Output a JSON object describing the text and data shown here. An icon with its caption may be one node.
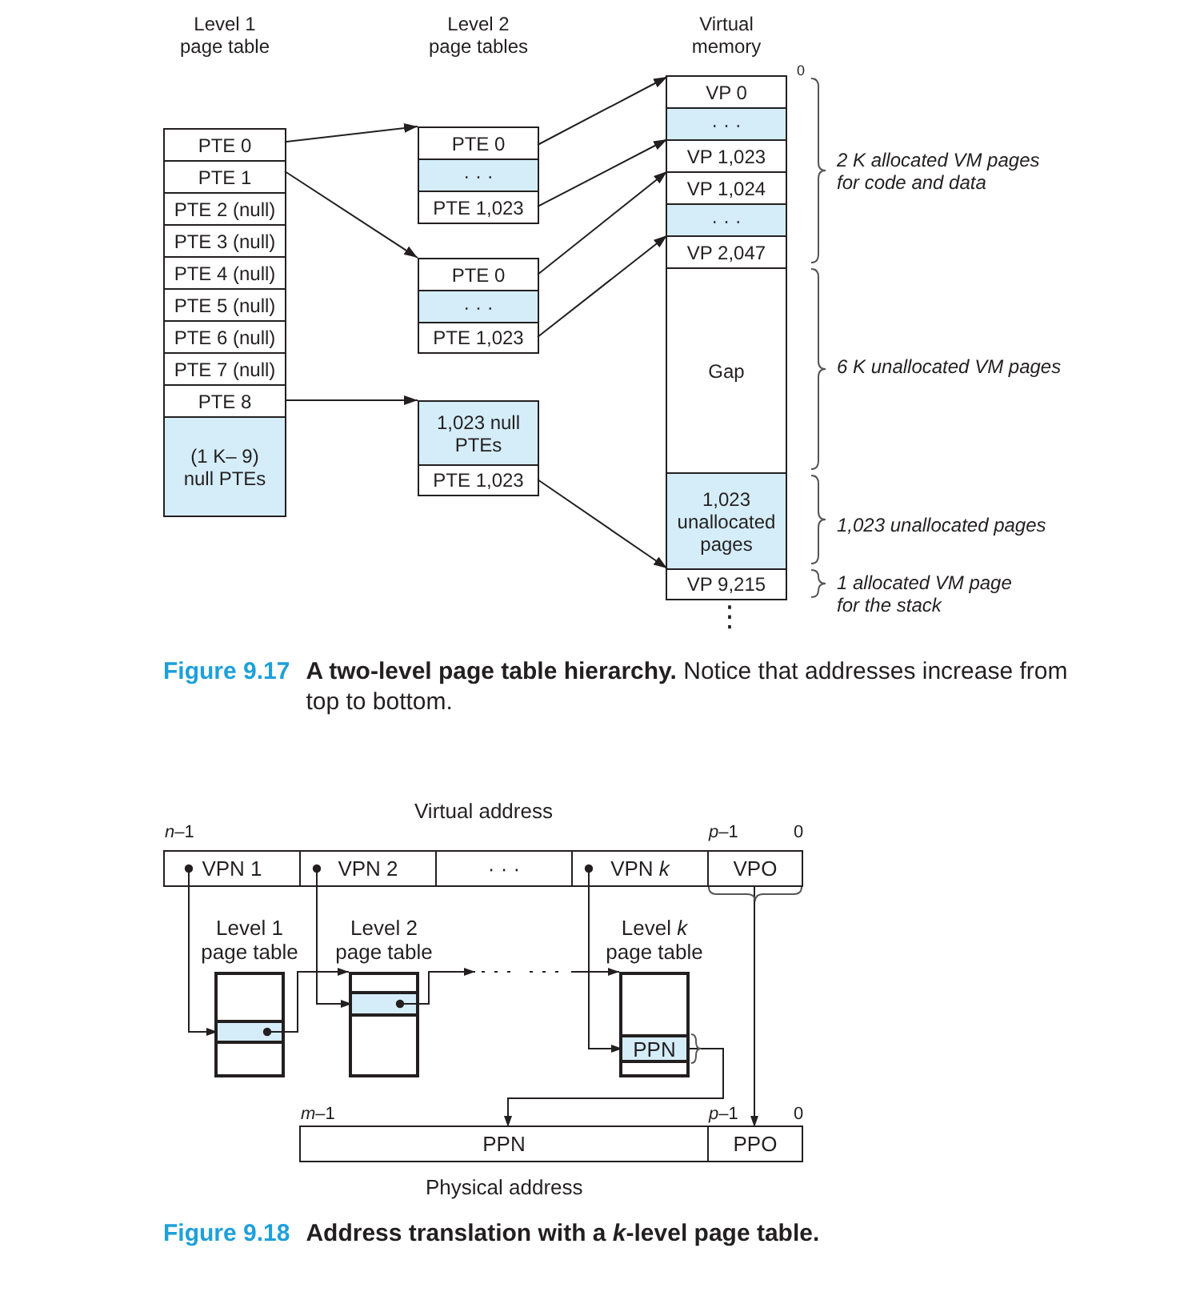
{
  "diagram": {
    "nodes": [
      {
        "text": [
          "Level 1 page table"
        ]
      },
      {
        "text": [
          "PTE 0"
        ],
        "in": 0
      },
      {
        "text": [
          "PTE 1"
        ],
        "in": 0
      },
      {
        "text": [
          "PTE 2 (null)"
        ],
        "in": 0
      },
      {
        "text": [
          "PTE 3 (null)"
        ],
        "in": 0
      },
      {
        "text": [
          "PTE 4 (null)"
        ],
        "in": 0
      },
      {
        "text": [
          "PTE 5 (null)"
        ],
        "in": 0
      },
      {
        "text": [
          "PTE 6 (null)"
        ],
        "in": 0
      },
      {
        "text": [
          "PTE 7 (null)"
        ],
        "in": 0
      },
      {
        "text": [
          "PTE 8"
        ],
        "in": 0
      },
      {
        "text": [
          "(1 K– 9) null PTEs"
        ],
        "in": 0
      },
      {
        "text": [],
        "shape": "box"
      },
      {
        "text": [
          "PTE 0"
        ],
        "in": 11
      },
      {
        "text": [
          "· · ·"
        ],
        "in": 11
      },
      {
        "text": [
          "PTE 1,023"
        ],
        "in": 11
      },
      {
        "text": [],
        "shape": "box"
      },
      {
        "text": [
          "PTE 0"
        ],
        "in": 15
      },
      {
        "text": [
          "· · ·"
        ],
        "in": 15
      },
      {
        "text": [
          "PTE 1,023"
        ],
        "in": 15
      },
      {
        "text": [],
        "shape": "box"
      },
      {
        "text": [
          "1,023 null PTEs"
        ],
        "in": 19
      },
      {
        "text": [
          "PTE 1,023"
        ],
        "in": 19
      },
      {
        "text": [
          "Virtual memory"
        ]
      },
      {
        "text": [
          "VP 0"
        ],
        "in": 22
      },
      {
        "text": [
          "· · ·"
        ],
        "in": 22
      },
      {
        "text": [
          "VP 1,023"
        ],
        "in": 22
      },
      {
        "text": [
          "VP 1,024"
        ],
        "in": 22
      },
      {
        "text": [
          "· · ·"
        ],
        "in": 22
      },
      {
        "text": [
          "VP 2,047"
        ],
        "in": 22
      },
      {
        "text": [
          "Gap"
        ],
        "in": 22
      },
      {
        "text": [
          "1,023 unallocated pages"
        ],
        "in": 22
      },
      {
        "text": [
          "VP 9,215"
        ],
        "in": 22
      },
      {
        "text": [
          "Virtual address"
        ]
      },
      {
        "text": [
          "VPN 1"
        ],
        "in": 32
      },
      {
        "text": [
          "VPN 2"
        ],
        "in": 32
      },
      {
        "text": [
          "· · ·"
        ],
        "in": 32
      },
      {
        "text": [
          "VPN *k*"
        ],
        "in": 32
      },
      {
        "text": [
          "VPO"
        ],
        "in": 32
      },
      {
        "text": [
          "Level 1 page table"
        ]
      },
      {
        "text": [],
        "shape": "box",
        "in": 38
      },
      {
        "text": [
          "Level 2 page table"
        ]
      },
      {
        "text": [],
        "shape": "box",
        "in": 40
      },
      {
        "text": [
          "Level *k* page table"
        ]
      },
      {
        "text": [
          "PPN"
        ],
        "in": 42
      },
      {
        "text": [
          "Physical address"
        ]
      },
      {
        "text": [
          "PPN"
        ],
        "in": 44
      },
      {
        "text": [
          "PPO"
        ],
        "in": 44
      }
    ],
    "edges": [
      {
        "from": 1,
        "to": 11,
        "arrow": "to"
      },
      {
        "from": 2,
        "to": 15,
        "arrow": "to"
      },
      {
        "from": 9,
        "to": 19,
        "arrow": "to"
      },
      {
        "from": 12,
        "to": 23,
        "arrow": "to"
      },
      {
        "from": 14,
        "to": 25,
        "arrow": "to"
      },
      {
        "from": 16,
        "to": 26,
        "arrow": "to"
      },
      {
        "from": 18,
        "to": 28,
        "arrow": "to"
      },
      {
        "from": 21,
        "to": 31,
        "arrow": "to"
      },
      {
        "from": 33,
        "to": 39,
        "arrow": "to"
      },
      {
        "from": 39,
        "to": 40,
        "arrow": "to"
      },
      {
        "from": 34,
        "to": 41,
        "arrow": "to"
      },
      {
        "from": 41,
        "to": 42,
        "arrow": "to",
        "style": "dashed"
      },
      {
        "from": 36,
        "to": 43,
        "arrow": "to"
      },
      {
        "from": 43,
        "to": 45,
        "arrow": "to"
      },
      {
        "from": 37,
        "to": 46,
        "arrow": "to"
      }
    ],
    "labels": [
      "Level 2 page tables",
      "0",
      "2 K allocated VM pages for code and data",
      "6 K unallocated VM pages",
      "1,023 unallocated pages",
      "1 allocated VM page for the stack",
      "⋮",
      "Figure 9.17",
      "**A two-level page table hierarchy.** Notice that addresses increase from top to bottom.",
      "*n*–1",
      "*p*–1",
      "0",
      "*m*–1",
      "*p*–1",
      "0",
      "Figure 9.18",
      "Address translation with a *k*-level page table."
    ]
  }
}
